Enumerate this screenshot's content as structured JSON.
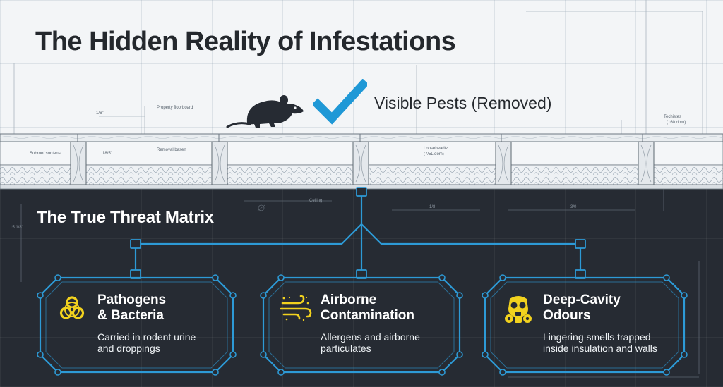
{
  "header": {
    "title": "The Hidden Reality of Infestations",
    "visible_pests": "Visible Pests (Removed)"
  },
  "annotations": {
    "property_floorboard": "Property floorboard",
    "dim_top": "1/6\"",
    "techniques": "Techistes",
    "techniques_sub": "(160 dom)",
    "subfloor": "Subroof sontens",
    "dim_mid": "18/5\"",
    "removal": "Removal basen",
    "loose": "Loosebeadtz",
    "loose_sub": "(7/5L dom)",
    "ceiling": "Ceiling",
    "dim_left": "15 1/8\"",
    "dim_right_top": "3/0",
    "dim_mid2": "1/8"
  },
  "section": {
    "title": "The True Threat Matrix"
  },
  "cards": [
    {
      "heading_line1": "Pathogens",
      "heading_line2": "& Bacteria",
      "desc_line1": "Carried in rodent urine",
      "desc_line2": "and droppings",
      "icon": "biohazard-icon"
    },
    {
      "heading_line1": "Airborne",
      "heading_line2": "Contamination",
      "desc_line1": "Allergens and airborne",
      "desc_line2": "particulates",
      "icon": "wind-icon"
    },
    {
      "heading_line1": "Deep-Cavity",
      "heading_line2": "Odours",
      "desc_line1": "Lingering smells trapped",
      "desc_line2": "inside insulation and walls",
      "icon": "gas-mask-icon"
    }
  ],
  "colors": {
    "accent_blue": "#2d9ad6",
    "check_blue": "#1f98d6",
    "icon_yellow": "#f2d21e",
    "dark_bg": "#262b33",
    "text_dark": "#24282d"
  }
}
